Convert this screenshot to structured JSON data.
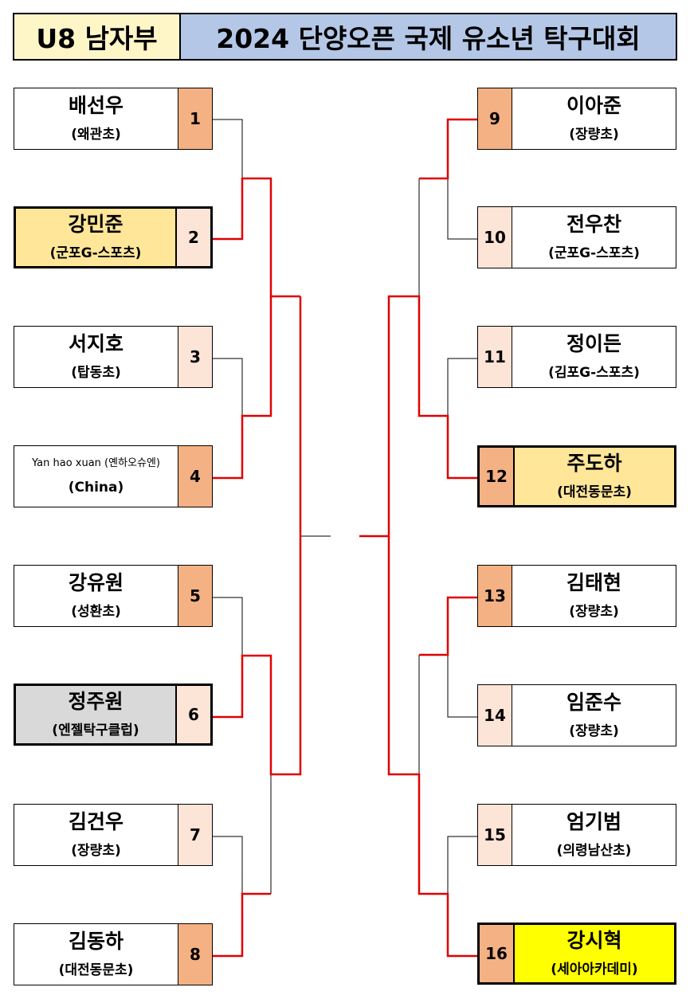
{
  "header": {
    "division": "U8 남자부",
    "title": "2024 단양오픈 국제 유소년 탁구대회"
  },
  "colors": {
    "header_left_bg": "#fff6c8",
    "header_right_bg": "#b4c7e7",
    "seed_dark": "#f4b183",
    "seed_light": "#fce4d6",
    "finalist_bg": "#ffe699",
    "semifinal_bg": "#d9d9d9",
    "champion_bg": "#ffff00",
    "win_line": "#e00000",
    "line": "#000000"
  },
  "players_left": [
    {
      "seed": "1",
      "name": "배선우",
      "club": "(왜관초)"
    },
    {
      "seed": "2",
      "name": "강민준",
      "club": "(군포G-스포츠)"
    },
    {
      "seed": "3",
      "name": "서지호",
      "club": "(탑동초)"
    },
    {
      "seed": "4",
      "name": "Yan hao xuan (옌하오슈엔)",
      "club": "(China)"
    },
    {
      "seed": "5",
      "name": "강유원",
      "club": "(성환초)"
    },
    {
      "seed": "6",
      "name": "정주원",
      "club": "(엔젤탁구클럽)"
    },
    {
      "seed": "7",
      "name": "김건우",
      "club": "(장량초)"
    },
    {
      "seed": "8",
      "name": "김동하",
      "club": "(대전동문초)"
    }
  ],
  "players_right": [
    {
      "seed": "9",
      "name": "이아준",
      "club": "(장량초)"
    },
    {
      "seed": "10",
      "name": "전우찬",
      "club": "(군포G-스포츠)"
    },
    {
      "seed": "11",
      "name": "정이든",
      "club": "(김포G-스포츠)"
    },
    {
      "seed": "12",
      "name": "주도하",
      "club": "(대전동문초)"
    },
    {
      "seed": "13",
      "name": "김태현",
      "club": "(장량초)"
    },
    {
      "seed": "14",
      "name": "임준수",
      "club": "(장량초)"
    },
    {
      "seed": "15",
      "name": "엄기범",
      "club": "(의령남산초)"
    },
    {
      "seed": "16",
      "name": "강시혁",
      "club": "(세아아카데미)"
    }
  ]
}
